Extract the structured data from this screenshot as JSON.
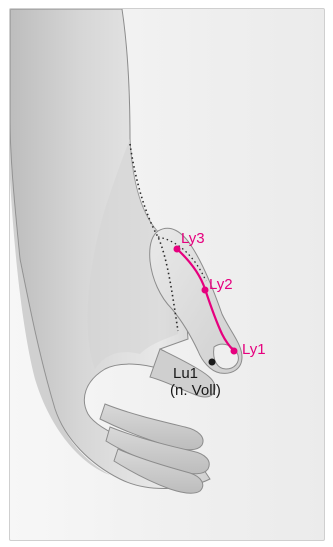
{
  "colors": {
    "frame_border": "#cfcfcf",
    "background": "#efefef",
    "skin_light": "#e2e2e2",
    "skin_mid": "#c8c8c8",
    "skin_dark": "#a9a9a9",
    "outline": "#8c8c8c",
    "meridian": "#e6007e",
    "lu_point": "#1a1a1a",
    "dotted_line": "#2a2a2a"
  },
  "points": {
    "ly3": "Ly3",
    "ly2": "Ly2",
    "ly1": "Ly1",
    "lu1": "Lu1",
    "lu1_note": "(n. Voll)"
  }
}
